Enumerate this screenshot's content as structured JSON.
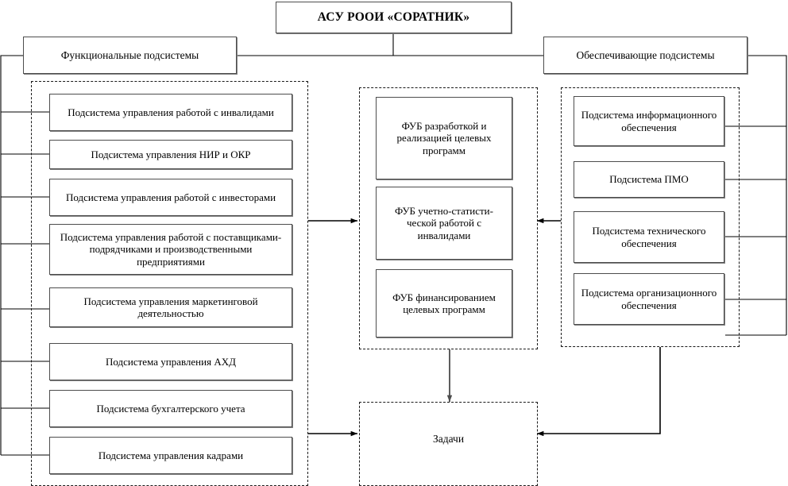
{
  "diagram": {
    "title": "АСУ РООИ «СОРАТНИК»",
    "root": {
      "label": "АСУ РООИ «СОРАТНИК»"
    },
    "headers": {
      "left": "Функциональные подсистемы",
      "right": "Обеспечивающие подсистемы"
    },
    "functional_subsystems": [
      {
        "label": "Подсистема управления работой с инвалидами"
      },
      {
        "label": "Подсистема управления НИР и ОКР"
      },
      {
        "label": "Подсистема управления работой с инвесторами"
      },
      {
        "label": "Подсистема управления работой с поставщиками-подрядчиками и производственными предприятиями"
      },
      {
        "label": "Подсистема управления маркетинговой деятельностью"
      },
      {
        "label": "Подсистема управления АХД"
      },
      {
        "label": "Подсистема бухгалтерского учета"
      },
      {
        "label": "Подсистема управления кадрами"
      }
    ],
    "fub_blocks": [
      {
        "label": "ФУБ разработкой и реализацией целевых программ"
      },
      {
        "label": "ФУБ учетно-статисти-\nческой работой с инвалидами"
      },
      {
        "label": "ФУБ финансированием целевых программ"
      }
    ],
    "support_subsystems": [
      {
        "label": "Подсистема информационного обеспечения"
      },
      {
        "label": "Подсистема ПМО"
      },
      {
        "label": "Подсистема технического обеспечения"
      },
      {
        "label": "Подсистема организационного обеспечения"
      }
    ],
    "tasks": {
      "label": "Задачи"
    },
    "colors": {
      "box_border": "#4d4d4d",
      "box_shadow": "#808080",
      "dashed_border": "#1a1a1a",
      "wire": "#000000",
      "background": "#ffffff",
      "text": "#000000"
    }
  }
}
